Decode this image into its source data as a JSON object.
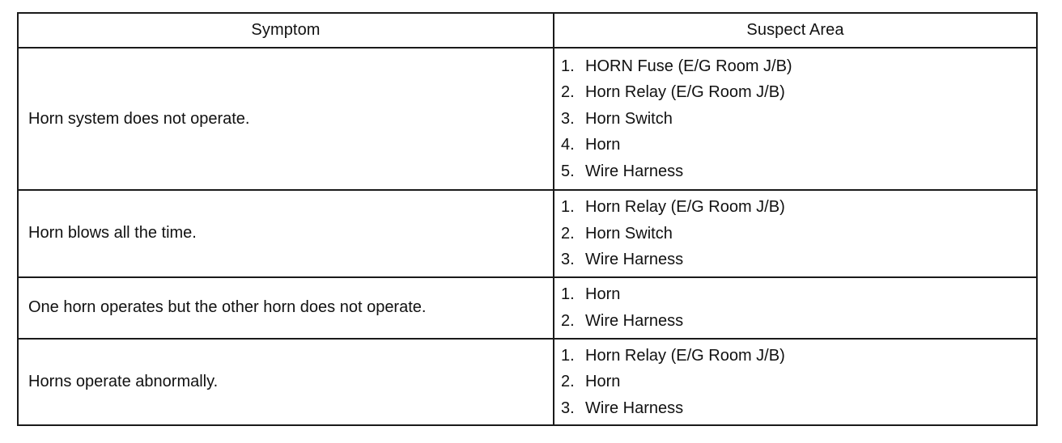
{
  "table": {
    "headers": {
      "symptom": "Symptom",
      "suspect_area": "Suspect Area"
    },
    "rows": [
      {
        "symptom": "Horn system does not operate.",
        "suspect_areas": [
          {
            "num": "1.",
            "text": "HORN Fuse (E/G Room J/B)"
          },
          {
            "num": "2.",
            "text": "Horn Relay (E/G Room J/B)"
          },
          {
            "num": "3.",
            "text": "Horn Switch"
          },
          {
            "num": "4.",
            "text": "Horn"
          },
          {
            "num": "5.",
            "text": "Wire Harness"
          }
        ]
      },
      {
        "symptom": "Horn blows all the time.",
        "suspect_areas": [
          {
            "num": "1.",
            "text": "Horn Relay (E/G Room J/B)"
          },
          {
            "num": "2.",
            "text": "Horn Switch"
          },
          {
            "num": "3.",
            "text": "Wire Harness"
          }
        ]
      },
      {
        "symptom": "One horn operates but the other horn does not operate.",
        "suspect_areas": [
          {
            "num": "1.",
            "text": "Horn"
          },
          {
            "num": "2.",
            "text": "Wire Harness"
          }
        ]
      },
      {
        "symptom": "Horns operate abnormally.",
        "suspect_areas": [
          {
            "num": "1.",
            "text": "Horn Relay (E/G Room J/B)"
          },
          {
            "num": "2.",
            "text": "Horn"
          },
          {
            "num": "3.",
            "text": "Wire Harness"
          }
        ]
      }
    ]
  }
}
